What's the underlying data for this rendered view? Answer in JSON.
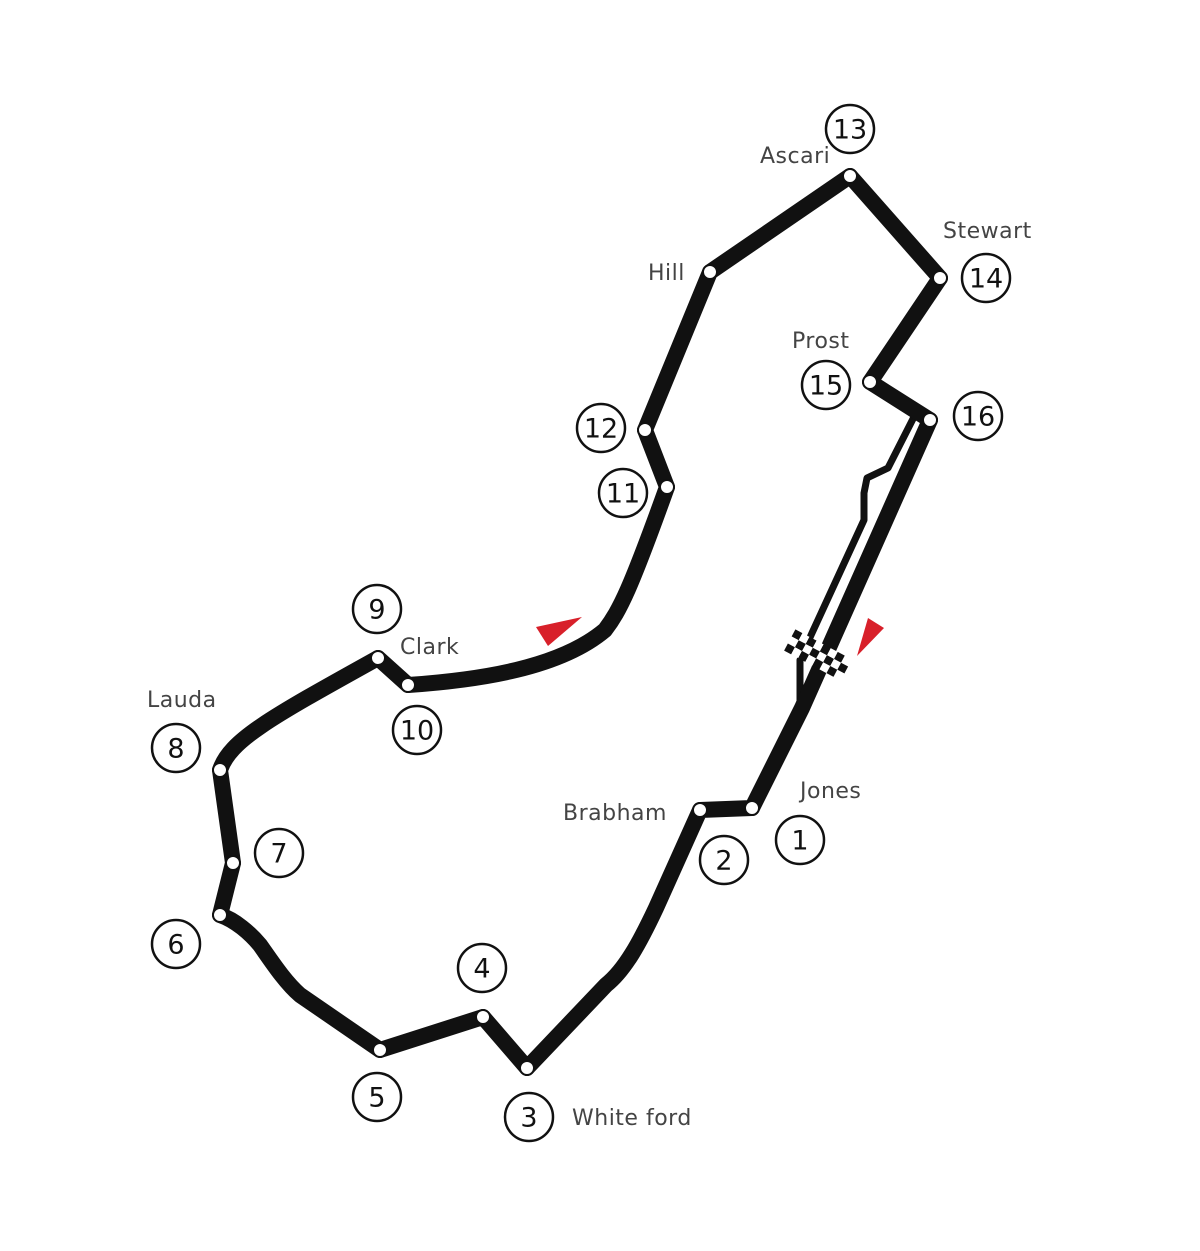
{
  "colors": {
    "track": "#111111",
    "label": "#444444",
    "sector_marker": "#d8202a",
    "background": "#ffffff"
  },
  "icons": {
    "start_finish": "checkered-flag-icon",
    "sector_markers": "red-triangle-icon"
  },
  "turns": [
    {
      "number": "1",
      "name": "Jones"
    },
    {
      "number": "2",
      "name": "Brabham"
    },
    {
      "number": "3",
      "name": "White ford"
    },
    {
      "number": "4",
      "name": ""
    },
    {
      "number": "5",
      "name": ""
    },
    {
      "number": "6",
      "name": ""
    },
    {
      "number": "7",
      "name": ""
    },
    {
      "number": "8",
      "name": "Lauda"
    },
    {
      "number": "9",
      "name": ""
    },
    {
      "number": "10",
      "name": "Clark"
    },
    {
      "number": "11",
      "name": ""
    },
    {
      "number": "12",
      "name": ""
    },
    {
      "number": "13",
      "name": "Ascari"
    },
    {
      "number": "14",
      "name": "Stewart"
    },
    {
      "number": "15",
      "name": "Prost"
    },
    {
      "number": "16",
      "name": ""
    }
  ],
  "names_extra": {
    "hill": "Hill"
  }
}
